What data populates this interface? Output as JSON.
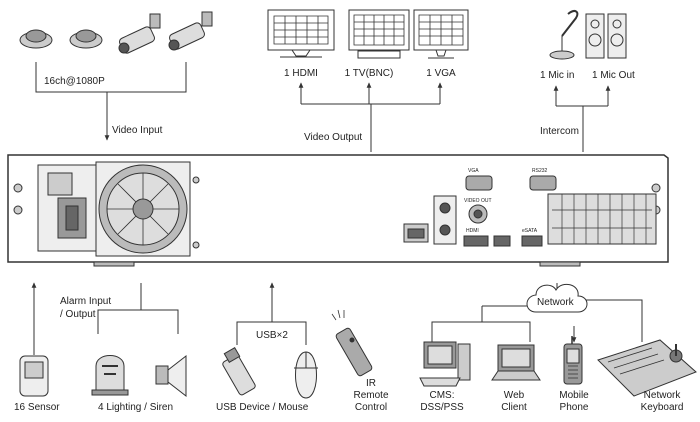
{
  "top": {
    "cameras_label": "16ch@1080P",
    "video_input": "Video Input",
    "outputs": [
      "1 HDMI",
      "1 TV(BNC)",
      "1 VGA"
    ],
    "video_output": "Video Output",
    "mic_in": "1 Mic in",
    "mic_out": "1 Mic Out",
    "intercom": "Intercom"
  },
  "panel": {
    "vga": "VGA",
    "rs232": "RS232",
    "video_out": "VIDEO OUT",
    "hdmi": "HDMI",
    "esata": "eSATA"
  },
  "bottom": {
    "alarm": [
      "Alarm Input",
      "/ Output"
    ],
    "sensor": "16 Sensor",
    "lighting": "4 Lighting / Siren",
    "usb_count": "USB×2",
    "usb_device": "USB Device / Mouse",
    "ir_remote": [
      "IR",
      "Remote",
      "Control"
    ],
    "network": "Network",
    "cms": [
      "CMS:",
      "DSS/PSS"
    ],
    "web_client": [
      "Web",
      "Client"
    ],
    "mobile": [
      "Mobile",
      "Phone"
    ],
    "keyboard": [
      "Network",
      "Keyboard"
    ]
  },
  "colors": {
    "line": "#333333",
    "fill": "#dddddd",
    "dark": "#444444"
  }
}
